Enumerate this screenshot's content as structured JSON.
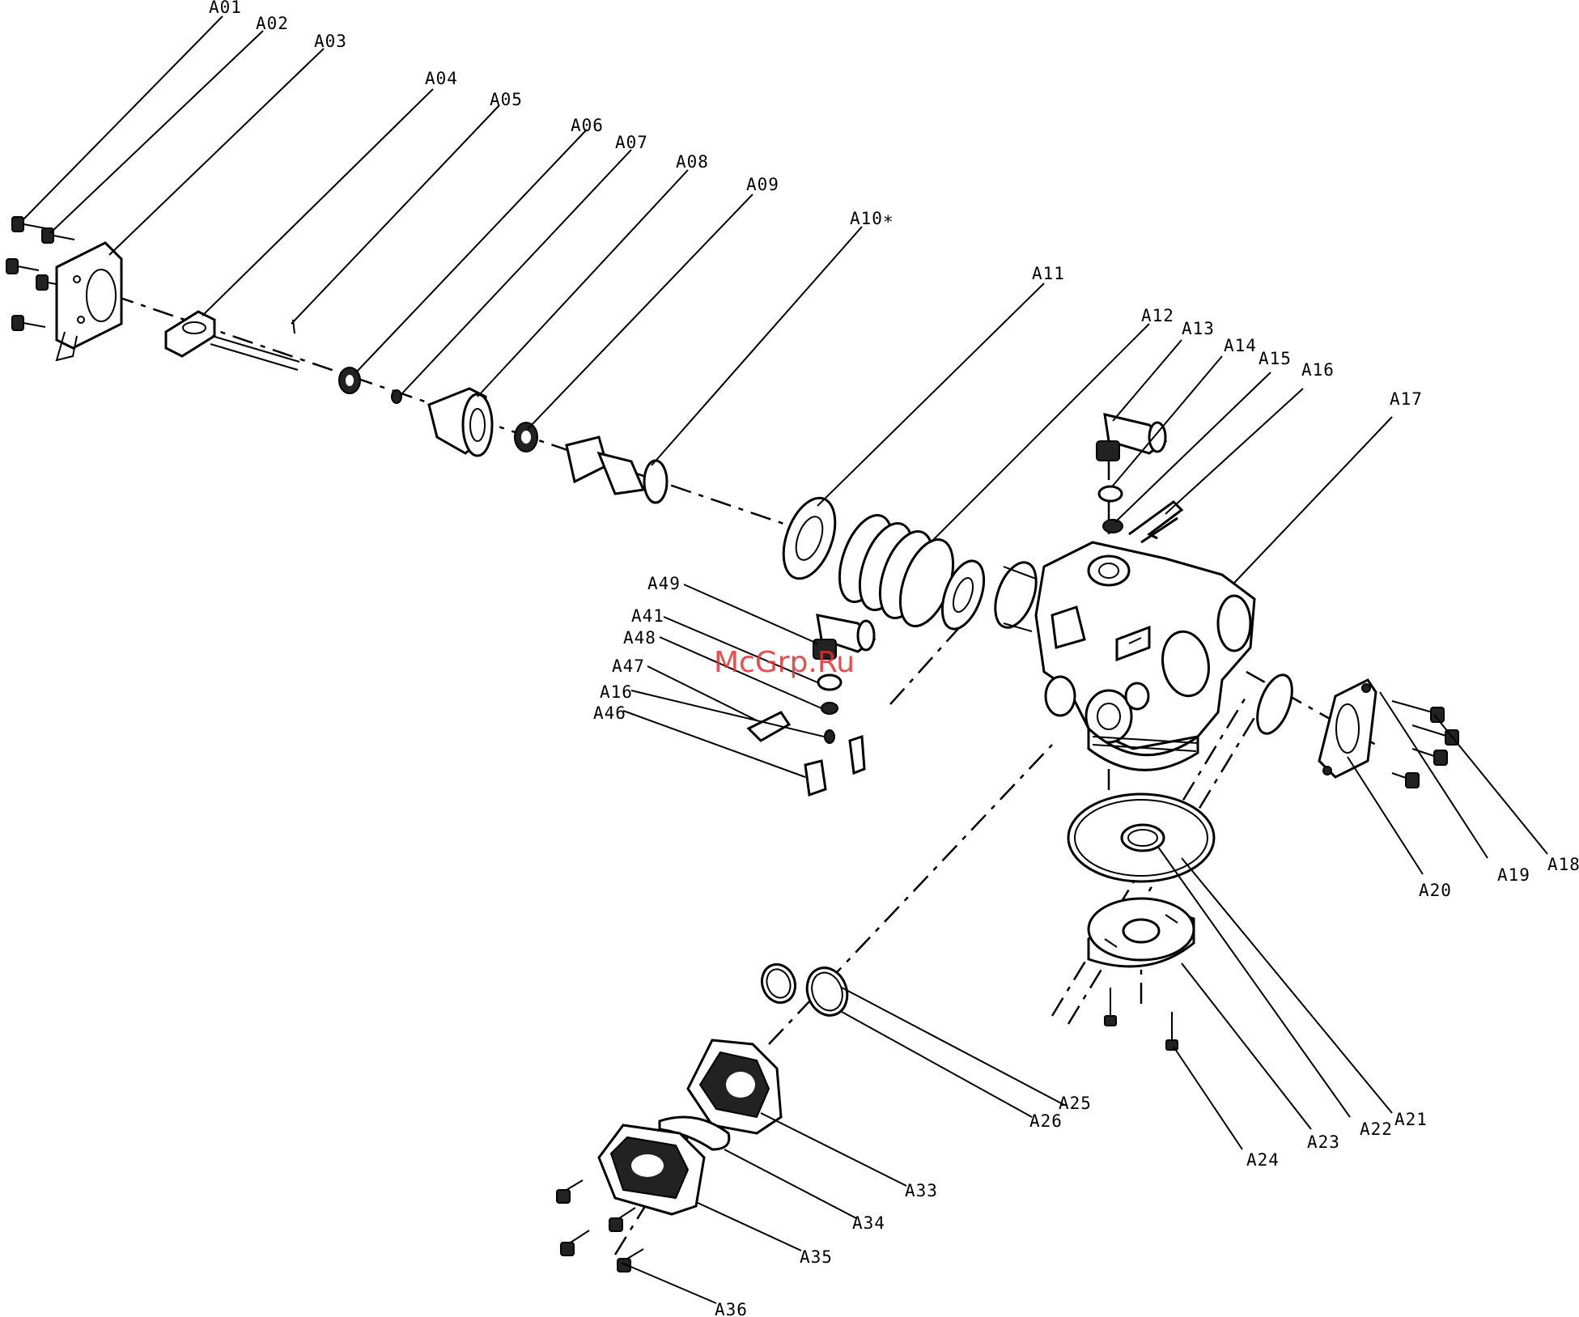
{
  "watermark": "McGrp.Ru",
  "labels": {
    "A01": "A01",
    "A02": "A02",
    "A03": "A03",
    "A04": "A04",
    "A05": "A05",
    "A06": "A06",
    "A07": "A07",
    "A08": "A08",
    "A09": "A09",
    "A10": "A10∗",
    "A11": "A11",
    "A12": "A12",
    "A13": "A13",
    "A14": "A14",
    "A15": "A15",
    "A16": "A16",
    "A17": "A17",
    "A18": "A18",
    "A19": "A19",
    "A20": "A20",
    "A21": "A21",
    "A22": "A22",
    "A23": "A23",
    "A24": "A24",
    "A25": "A25",
    "A26": "A26",
    "A33": "A33",
    "A34": "A34",
    "A35": "A35",
    "A36": "A36",
    "A41": "A41",
    "A46": "A46",
    "A47": "A47",
    "A48": "A48",
    "A49": "A49",
    "A16b": "A16"
  }
}
